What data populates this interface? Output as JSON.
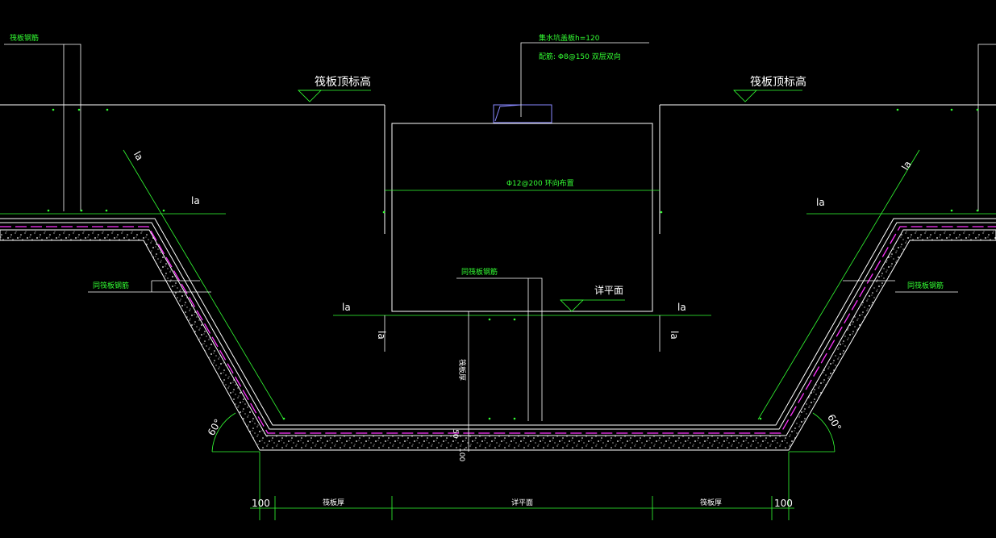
{
  "drawing": {
    "raft_rebar_left": "筏板钢筋",
    "raft_rebar_right": "",
    "pit_cover_title": "集水坑盖板h=120",
    "pit_cover_rebar": "配筋: Φ8@150 双层双向",
    "raft_top_elev_left": "筏板顶标高",
    "raft_top_elev_right": "筏板顶标高",
    "ring_rebar": "Φ12@200 环向布置",
    "la": "la",
    "same_raft_rebar_center": "同筏板钢筋",
    "same_raft_rebar_left": "同筏板钢筋",
    "same_raft_rebar_right": "同筏板钢筋",
    "detail_plan": "详平面",
    "raft_thickness_vertical": "筏板厚",
    "dim_50": "50",
    "dim_100_vertical": "100",
    "angle_left": "60°",
    "angle_right": "60°",
    "bottom_dim_left_100": "100",
    "bottom_dim_raft_left": "筏板厚",
    "bottom_dim_plan": "详平面",
    "bottom_dim_raft_right": "筏板厚",
    "bottom_dim_right_100": "100"
  },
  "colors": {
    "background": "#000000",
    "structure": "#ffffff",
    "annotation": "#33ff33",
    "hatch_edge": "#ffffff",
    "dashed_rebar": "#ff33ff",
    "cover_rebar": "#8888ff"
  }
}
